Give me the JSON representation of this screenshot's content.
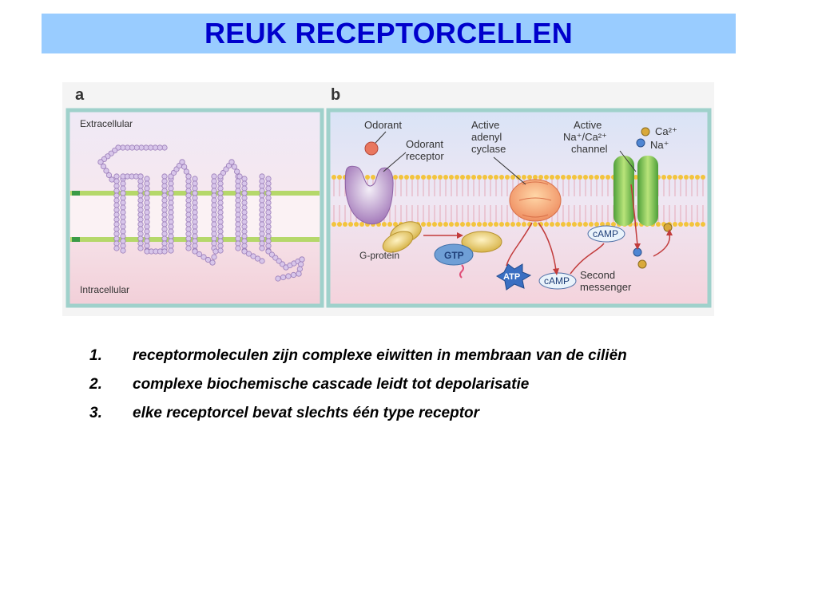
{
  "title": "REUK RECEPTORCELLEN",
  "figure": {
    "panel_a": {
      "letter": "a",
      "extracellular": "Extracellular",
      "intracellular": "Intracellular"
    },
    "panel_b": {
      "letter": "b",
      "odorant": "Odorant",
      "odorant_receptor": [
        "Odorant",
        "receptor"
      ],
      "adenyl_cyclase": [
        "Active",
        "adenyl",
        "cyclase"
      ],
      "channel": [
        "Active",
        "Na⁺/Ca²⁺",
        "channel"
      ],
      "ca_ion": "Ca²⁺",
      "na_ion": "Na⁺",
      "g_protein": "G-protein",
      "gtp": "GTP",
      "atp": "ATP",
      "camp": "cAMP",
      "second_messenger": [
        "Second",
        "messenger"
      ]
    }
  },
  "points": [
    {
      "num": "1.",
      "text": "receptormoleculen zijn complexe eiwitten in membraan van de ciliën"
    },
    {
      "num": "2.",
      "text": "complexe biochemische cascade leidt tot depolarisatie"
    },
    {
      "num": "3.",
      "text": "elke receptorcel bevat slechts één type receptor"
    }
  ]
}
